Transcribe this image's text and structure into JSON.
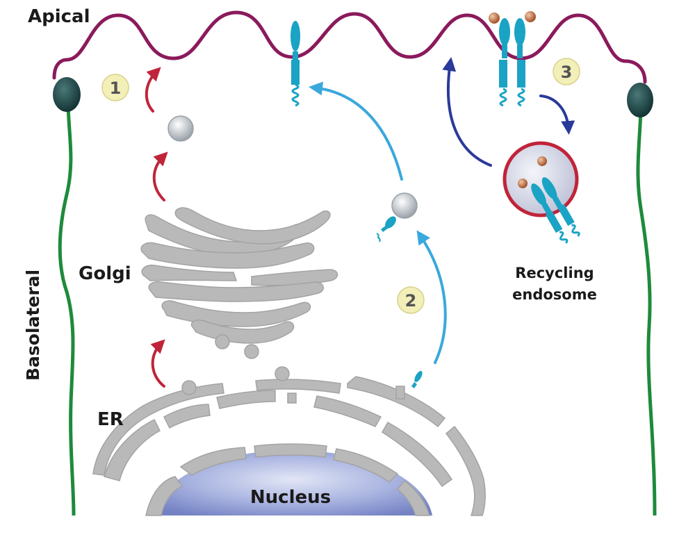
{
  "labels": {
    "apical": "Apical",
    "basolateral": "Basolateral",
    "golgi": "Golgi",
    "er": "ER",
    "nucleus": "Nucleus",
    "recycling_line1": "Recycling",
    "recycling_line2": "endosome"
  },
  "steps": [
    "1",
    "2",
    "3"
  ],
  "colors": {
    "membrane": "#8b1a5c",
    "junction_line": "#1e8a3c",
    "junction_node": "#1f4e4e",
    "organelle": "#b9b9b9",
    "organelle_stroke": "#a3a3a3",
    "pathway_1": "#c0243a",
    "pathway_2": "#3aa8dc",
    "pathway_3": "#2a3a9a",
    "receptor": "#1aa3c4",
    "endosome_ring": "#c0243a",
    "step_badge": "#f2efb8",
    "ligand": "#b8643c"
  }
}
